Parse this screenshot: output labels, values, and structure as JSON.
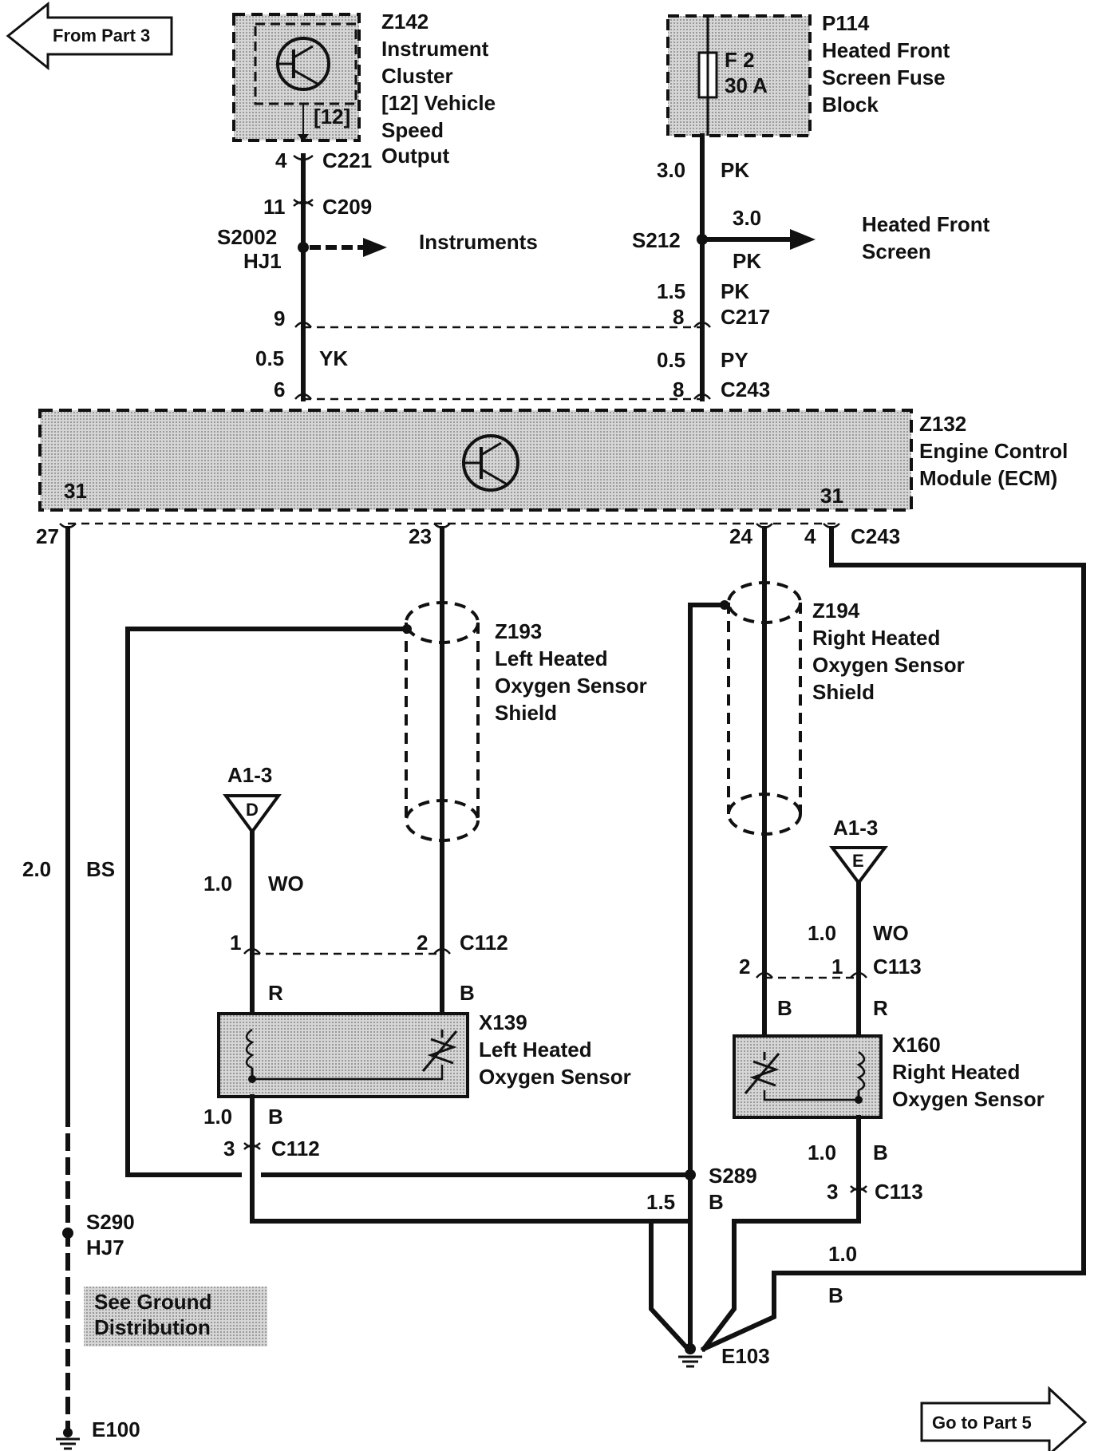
{
  "nav": {
    "from": "From Part  3",
    "to": "Go to Part  5"
  },
  "z142": {
    "id": "Z142",
    "l1": "Instrument",
    "l2": "Cluster",
    "l3": "[12] Vehicle",
    "l4": "Speed",
    "l5": "Output",
    "pin_tag": "[12]"
  },
  "p114": {
    "id": "P114",
    "l1": "Heated Front",
    "l2": "Screen Fuse",
    "l3": "Block",
    "fuse": "F 2",
    "rating": "30 A"
  },
  "left_path": {
    "c221_pin": "4",
    "c221": "C221",
    "c209_pin": "11",
    "c209": "C209",
    "splice": "S2002",
    "splice_b": "HJ1",
    "branch": "Instruments",
    "c217_pin": "9",
    "gauge": "0.5",
    "color": "YK",
    "c243_pin": "6"
  },
  "right_path": {
    "gauge1": "3.0",
    "color1": "PK",
    "splice": "S212",
    "branch_gauge": "3.0",
    "branch_color": "PK",
    "branch_l1": "Heated Front",
    "branch_l2": "Screen",
    "gauge2": "1.5",
    "color2": "PK",
    "c217_pin": "8",
    "c217": "C217",
    "gauge3": "0.5",
    "color3": "PY",
    "c243_pin": "8",
    "c243": "C243"
  },
  "ecm": {
    "id": "Z132",
    "l1": "Engine Control",
    "l2": "Module (ECM)",
    "pin_left": "31",
    "pin_right": "31"
  },
  "ecm_pins": {
    "p27": "27",
    "p23": "23",
    "p24": "24",
    "p4": "4",
    "conn": "C243"
  },
  "z193": {
    "id": "Z193",
    "l1": "Left Heated",
    "l2": "Oxygen Sensor",
    "l3": "Shield"
  },
  "z194": {
    "id": "Z194",
    "l1": "Right Heated",
    "l2": "Oxygen Sensor",
    "l3": "Shield"
  },
  "ground_wire": {
    "gauge": "2.0",
    "color": "BS",
    "splice": "S290",
    "splice_b": "HJ7",
    "note_l1": "See Ground",
    "note_l2": "Distribution",
    "ground": "E100"
  },
  "left_sensor": {
    "feed_ref": "A1-3",
    "feed_letter": "D",
    "feed_gauge": "1.0",
    "feed_color": "WO",
    "pin1": "1",
    "pin2": "2",
    "conn": "C112",
    "r_color": "R",
    "b_color": "B",
    "id": "X139",
    "l1": "Left Heated",
    "l2": "Oxygen Sensor",
    "gnd_gauge": "1.0",
    "gnd_color": "B",
    "gnd_pin": "3",
    "gnd_conn": "C112"
  },
  "right_sensor": {
    "feed_ref": "A1-3",
    "feed_letter": "E",
    "feed_gauge": "1.0",
    "feed_color": "WO",
    "pin2": "2",
    "pin1": "1",
    "conn": "C113",
    "b_color": "B",
    "r_color": "R",
    "id": "X160",
    "l1": "Right Heated",
    "l2": "Oxygen Sensor",
    "gnd_gauge": "1.0",
    "gnd_color": "B",
    "gnd_pin": "3",
    "gnd_conn": "C113"
  },
  "s289": {
    "id": "S289",
    "gauge": "1.5",
    "color": "B"
  },
  "heater_return": {
    "gauge": "1.0",
    "color": "B"
  },
  "e103": {
    "id": "E103"
  }
}
